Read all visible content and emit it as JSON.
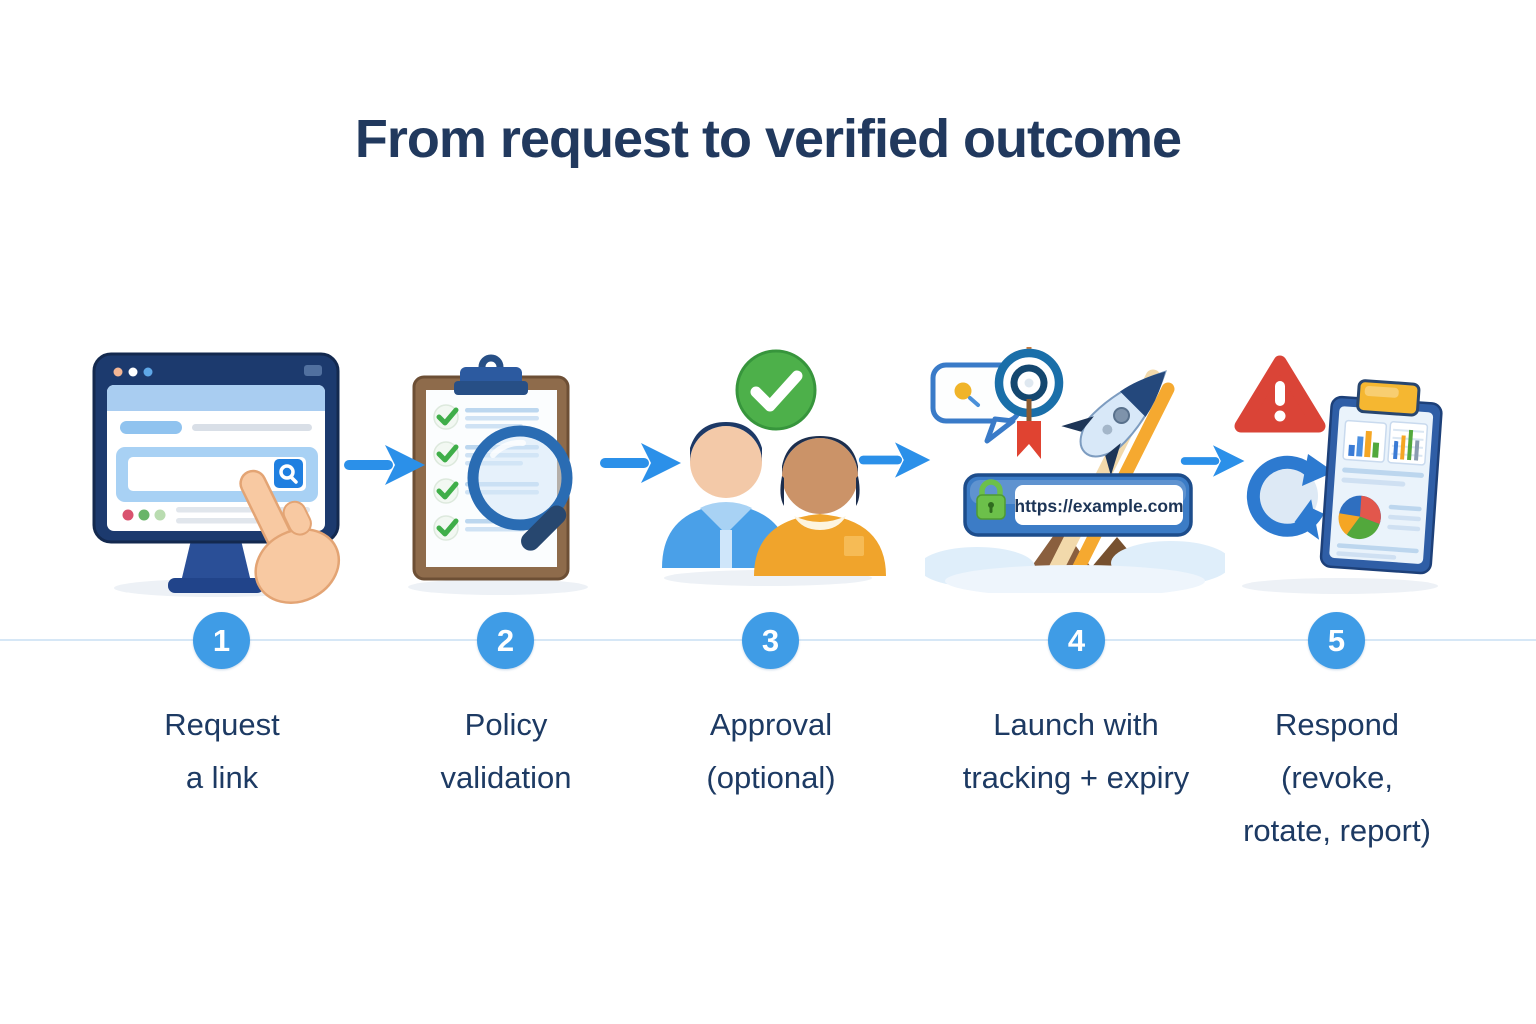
{
  "title": "From request to verified outcome",
  "steps": [
    {
      "number": "1",
      "icon": "monitor-request-click-icon",
      "lines": [
        "Request",
        "a link"
      ]
    },
    {
      "number": "2",
      "icon": "clipboard-checklist-magnifier-icon",
      "lines": [
        "Policy",
        "validation"
      ]
    },
    {
      "number": "3",
      "icon": "approvers-check-badge-icon",
      "lines": [
        "Approval",
        "(optional)"
      ]
    },
    {
      "number": "4",
      "icon": "url-bar-rocket-launch-icon",
      "lines": [
        "Launch with",
        "tracking + expiry"
      ],
      "url_text": "https://example.com"
    },
    {
      "number": "5",
      "icon": "alert-rotate-report-icon",
      "lines": [
        "Respond",
        "(revoke,",
        "rotate, report)"
      ]
    }
  ],
  "colors": {
    "title_navy": "#21395e",
    "label_navy": "#1d3a63",
    "accent_arrow_blue": "#2b90e9",
    "badge_blue": "#3f9ce6",
    "timeline_line": "#d6e7f6",
    "success_green": "#4db04a",
    "warning_red": "#da4437",
    "lock_green": "#6cc04a",
    "url_bar_blue": "#3c7cc6"
  }
}
